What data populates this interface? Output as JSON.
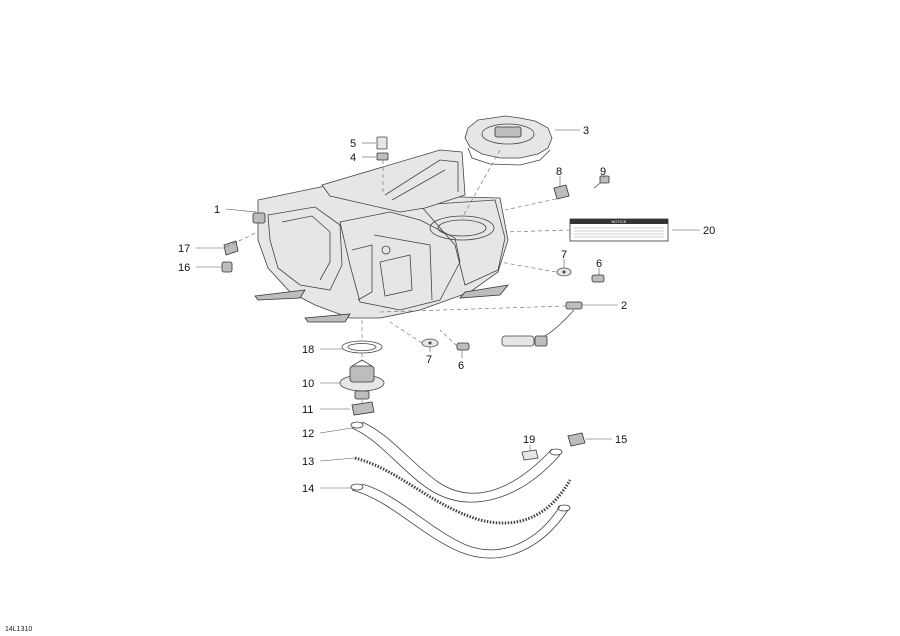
{
  "diagram": {
    "drawing_code": "14L1310",
    "callouts": {
      "c1": "1",
      "c2": "2",
      "c3": "3",
      "c4": "4",
      "c5": "5",
      "c6a": "6",
      "c6b": "6",
      "c7a": "7",
      "c7b": "7",
      "c8": "8",
      "c9": "9",
      "c10": "10",
      "c11": "11",
      "c12": "12",
      "c13": "13",
      "c14": "14",
      "c15": "15",
      "c16": "16",
      "c17": "17",
      "c18": "18",
      "c19": "19",
      "c20": "20"
    },
    "label_title": "NOTICE"
  }
}
